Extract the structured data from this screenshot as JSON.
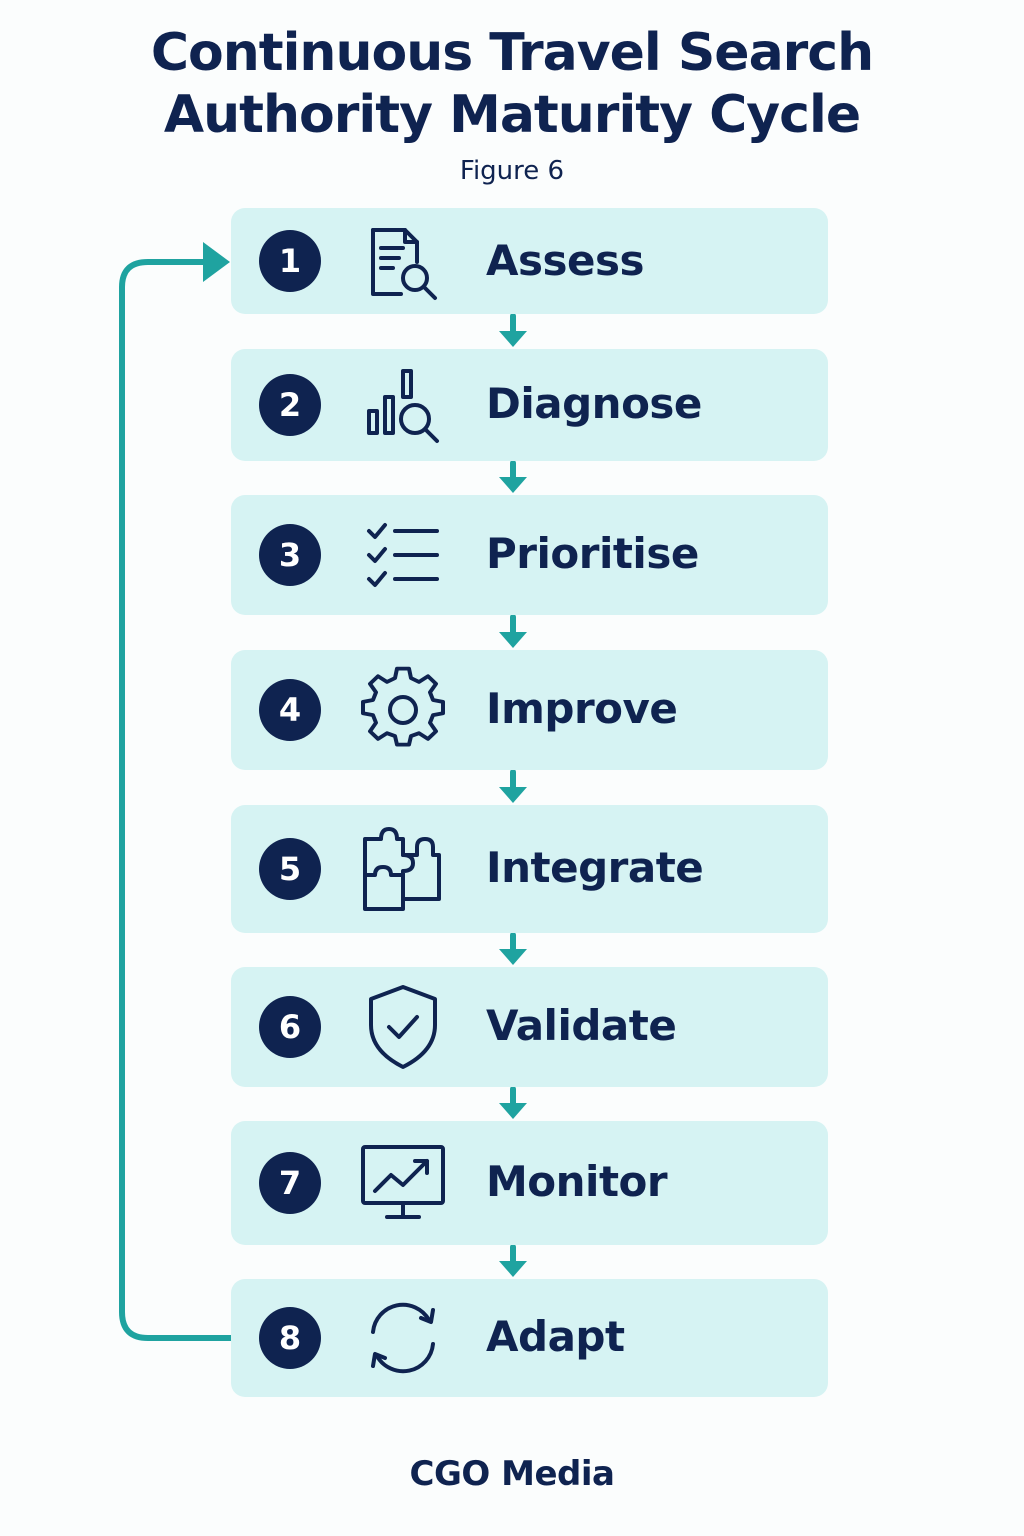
{
  "header": {
    "title_line1": "Continuous Travel Search",
    "title_line2": "Authority Maturity Cycle",
    "figure_label": "Figure 6"
  },
  "steps": [
    {
      "number": "1",
      "label": "Assess",
      "icon": "document-search-icon"
    },
    {
      "number": "2",
      "label": "Diagnose",
      "icon": "bar-chart-search-icon"
    },
    {
      "number": "3",
      "label": "Prioritise",
      "icon": "checklist-icon"
    },
    {
      "number": "4",
      "label": "Improve",
      "icon": "gear-icon"
    },
    {
      "number": "5",
      "label": "Integrate",
      "icon": "puzzle-icon"
    },
    {
      "number": "6",
      "label": "Validate",
      "icon": "shield-check-icon"
    },
    {
      "number": "7",
      "label": "Monitor",
      "icon": "monitor-trend-icon"
    },
    {
      "number": "8",
      "label": "Adapt",
      "icon": "refresh-cycle-icon"
    }
  ],
  "footer": {
    "brand": "CGO Media"
  },
  "colors": {
    "navy": "#0f2350",
    "teal": "#1fa3a0",
    "card": "#d6f3f3",
    "background": "#fbfdfd"
  }
}
